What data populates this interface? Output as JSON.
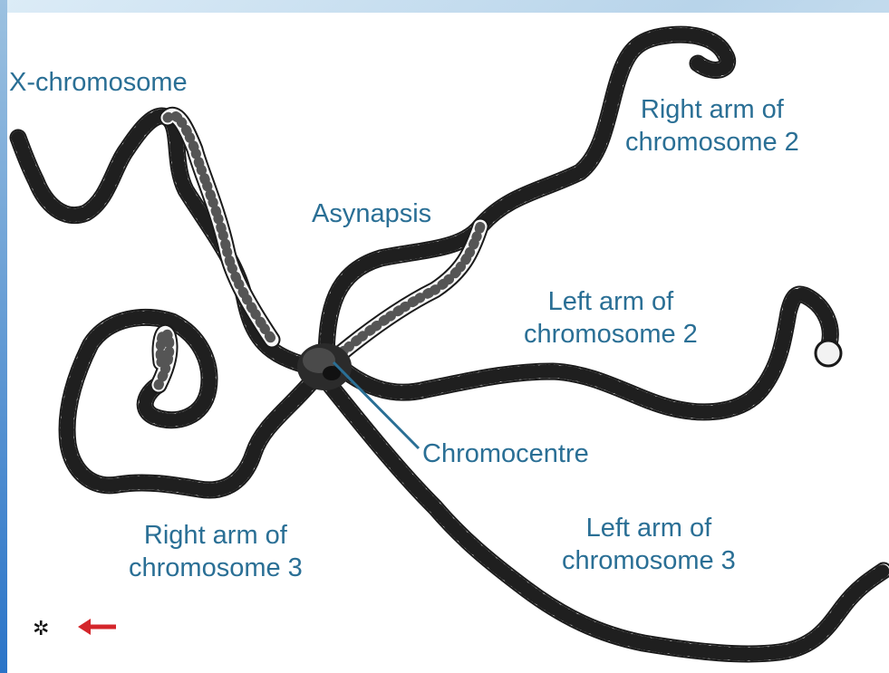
{
  "labels": {
    "x_chromosome": "X-chromosome",
    "right_arm_2_line1": "Right arm of",
    "right_arm_2_line2": "chromosome 2",
    "asynapsis": "Asynapsis",
    "left_arm_2_line1": "Left arm of",
    "left_arm_2_line2": "chromosome 2",
    "chromocentre": "Chromocentre",
    "right_arm_3_line1": "Right arm of",
    "right_arm_3_line2": "chromosome 3",
    "left_arm_3_line1": "Left arm of",
    "left_arm_3_line2": "chromosome 3"
  },
  "icons": {
    "mini_chromosome": "mini-polytene-chromosome-icon",
    "arrow": "red-left-arrow-icon"
  },
  "colors": {
    "label_text": "#2a6f95",
    "pointer_line": "#2a6f95",
    "arrow": "#d4262b",
    "background_frame": "#b8d4ea"
  }
}
